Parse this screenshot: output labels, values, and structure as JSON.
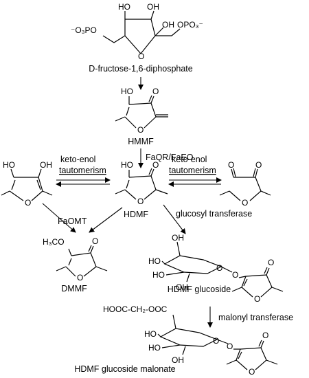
{
  "compounds": {
    "fructose_diphosphate": "D-fructose-1,6-diphosphate",
    "hmmf": "HMMF",
    "hdmf": "HDMF",
    "dmmf": "DMMF",
    "hdmf_glucoside": "HDMF glucoside",
    "hdmf_glucoside_malonate": "HDMF glucoside malonate"
  },
  "enzymes": {
    "faqr_faeo": "FaQR/FaEO",
    "keto_enol_left_line1": "keto-enol",
    "keto_enol_left_line2": "tautomerism",
    "keto_enol_right_line1": "keto-enol",
    "keto_enol_right_line2": "tautomerism",
    "faomt": "FaOMT",
    "glucosyl_transferase": "glucosyl transferase",
    "malonyl_transferase": "malonyl transferase"
  },
  "atoms": {
    "o": "O",
    "oh": "OH",
    "ho": "HO",
    "opo3": "OPO₃⁻",
    "o3po": "⁻O₃PO",
    "h3co": "H₃CO",
    "malonyl_group": "HOOC-CH₂-OOC"
  }
}
